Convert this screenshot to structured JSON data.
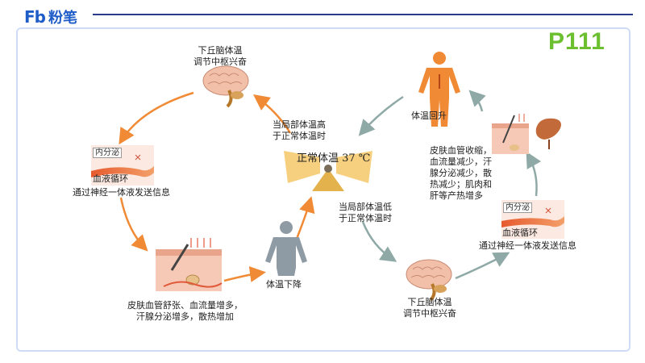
{
  "header": {
    "logo_mark": "Fb",
    "logo_text": "粉笔"
  },
  "page_number": "P111",
  "center": {
    "label": "正常体温 37 ℃"
  },
  "nodes": {
    "hypothalamus_top": "下丘脑体温\n调节中枢兴奋",
    "above_normal": "当局部体温高\n于正常体温时",
    "below_normal": "当局部体温低\n于正常体温时",
    "body_warm": "体温回升",
    "body_cool": "体温下降",
    "hypothalamus_bottom": "下丘脑体温\n调节中枢兴奋",
    "left_circulation_label": "血液循环",
    "left_endocrine_tag": "内分泌",
    "left_neuro": "通过神经一体液发送信息",
    "left_skin": "皮肤血管舒张、血流量增多，\n汗腺分泌增多，散热增加",
    "right_circulation_label": "血液循环",
    "right_endocrine_tag": "内分泌",
    "right_neuro": "通过神经一体液发送信息",
    "right_skin": "皮肤血管收缩，\n血流量减少，汗\n腺分泌减少，散\n热减少；肌肉和\n肝等产热增多"
  },
  "colors": {
    "warm_arrow": "#f08a35",
    "cool_arrow": "#8fa9a7",
    "brand": "#1e5cc8",
    "page_number": "#6cc030"
  }
}
